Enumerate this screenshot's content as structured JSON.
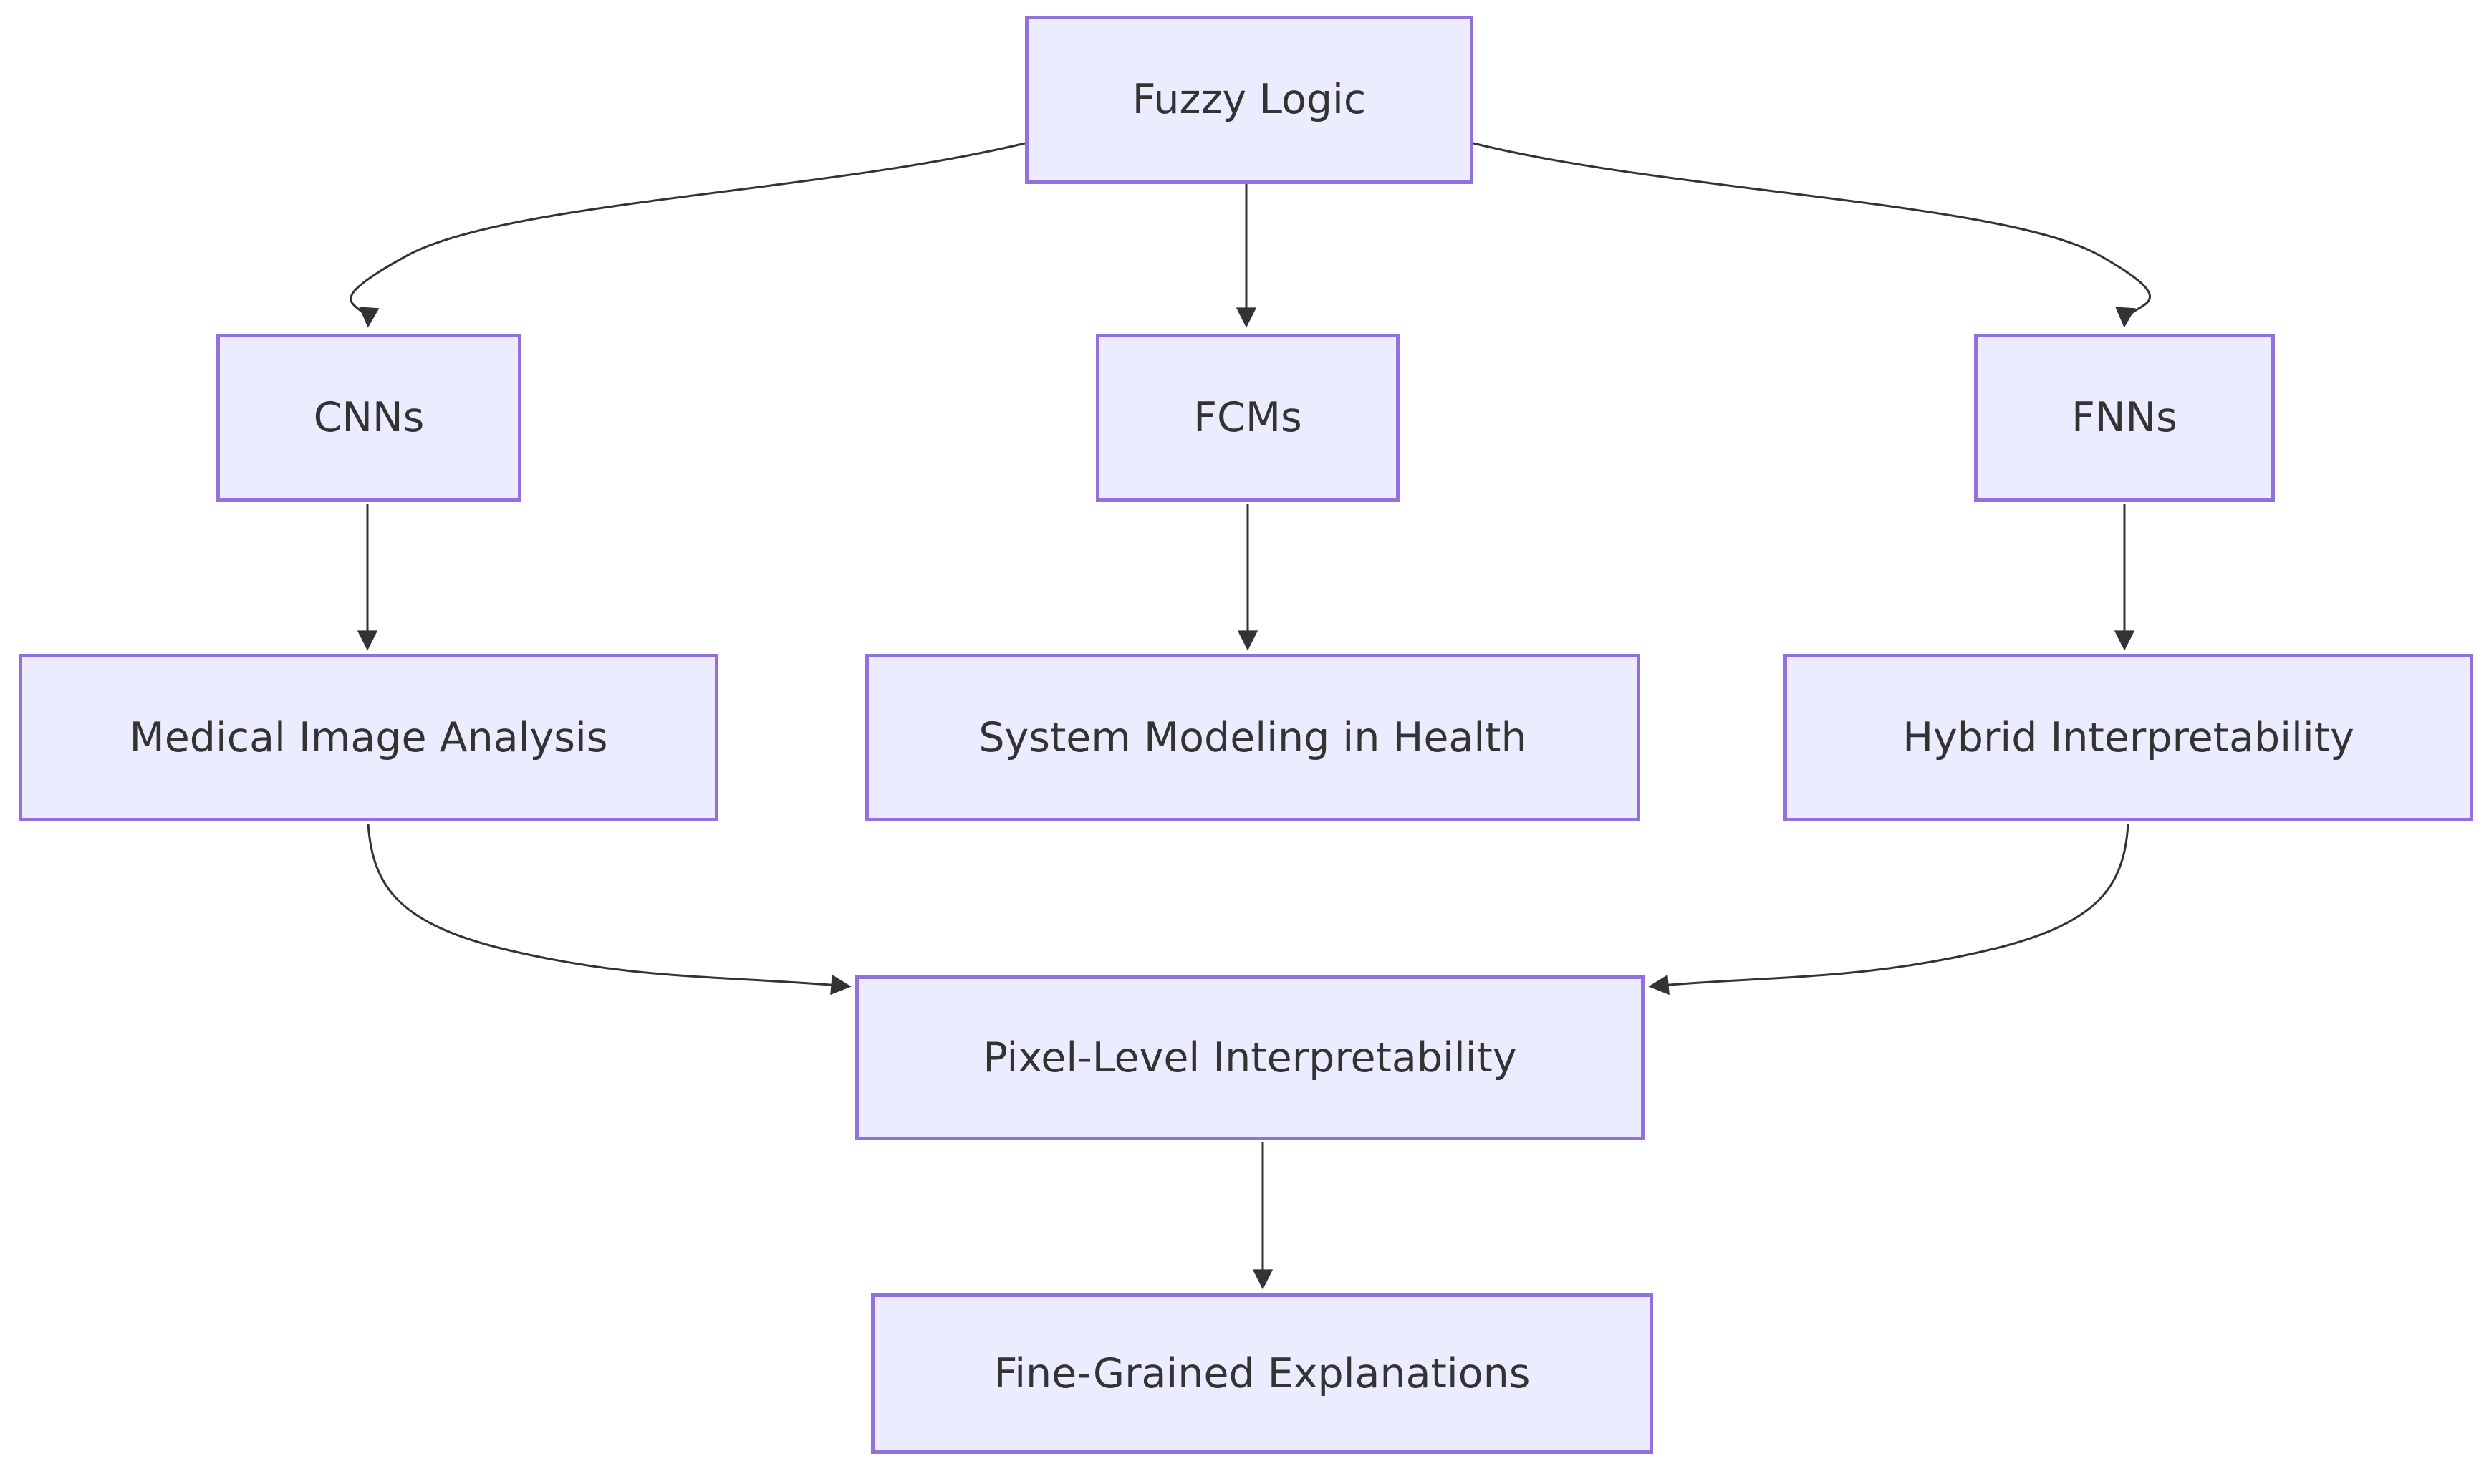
{
  "diagram": {
    "type": "flowchart",
    "direction": "top-down",
    "colors": {
      "background": "#ffffff",
      "node_fill": "#ececff",
      "node_border": "#9370db",
      "edge": "#333333",
      "text": "#333333"
    },
    "nodes": [
      {
        "id": "fuzzy-logic",
        "label": "Fuzzy Logic"
      },
      {
        "id": "cnns",
        "label": "CNNs"
      },
      {
        "id": "fcms",
        "label": "FCMs"
      },
      {
        "id": "fnns",
        "label": "FNNs"
      },
      {
        "id": "medical-image-analysis",
        "label": "Medical Image Analysis"
      },
      {
        "id": "system-modeling-in-health",
        "label": "System Modeling in Health"
      },
      {
        "id": "hybrid-interpretability",
        "label": "Hybrid Interpretability"
      },
      {
        "id": "pixel-level-interpretability",
        "label": "Pixel-Level Interpretability"
      },
      {
        "id": "fine-grained-explanations",
        "label": "Fine-Grained Explanations"
      }
    ],
    "edges": [
      {
        "from": "Fuzzy Logic",
        "to": "CNNs"
      },
      {
        "from": "Fuzzy Logic",
        "to": "FCMs"
      },
      {
        "from": "Fuzzy Logic",
        "to": "FNNs"
      },
      {
        "from": "CNNs",
        "to": "Medical Image Analysis"
      },
      {
        "from": "FCMs",
        "to": "System Modeling in Health"
      },
      {
        "from": "FNNs",
        "to": "Hybrid Interpretability"
      },
      {
        "from": "Medical Image Analysis",
        "to": "Pixel-Level Interpretability"
      },
      {
        "from": "Hybrid Interpretability",
        "to": "Pixel-Level Interpretability"
      },
      {
        "from": "Pixel-Level Interpretability",
        "to": "Fine-Grained Explanations"
      }
    ]
  }
}
